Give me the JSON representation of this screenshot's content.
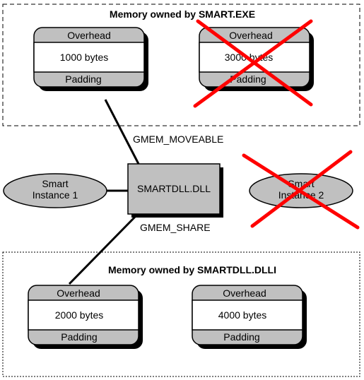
{
  "regions": {
    "exe": {
      "title": "Memory owned by SMART.EXE",
      "blocks": [
        {
          "header": "Overhead",
          "body": "1000 bytes",
          "footer": "Padding"
        },
        {
          "header": "Overhead",
          "body": "3000 bytes",
          "footer": "Padding"
        }
      ]
    },
    "dll": {
      "title": "Memory owned by SMARTDLL.DLLI",
      "blocks": [
        {
          "header": "Overhead",
          "body": "2000 bytes",
          "footer": "Padding"
        },
        {
          "header": "Overhead",
          "body": "4000 bytes",
          "footer": "Padding"
        }
      ]
    }
  },
  "dll_box": {
    "label": "SMARTDLL.DLL"
  },
  "instances": [
    {
      "line1": "Smart",
      "line2": "Instance 1"
    },
    {
      "line1": "Smart",
      "line2": "Instance 2"
    }
  ],
  "connections": {
    "moveable": "GMEM_MOVEABLE",
    "share": "GMEM_SHARE"
  },
  "colors": {
    "gray_fill": "#c0c0c0",
    "shadow": "#000000",
    "cross": "#ff0000",
    "border": "#000000"
  }
}
